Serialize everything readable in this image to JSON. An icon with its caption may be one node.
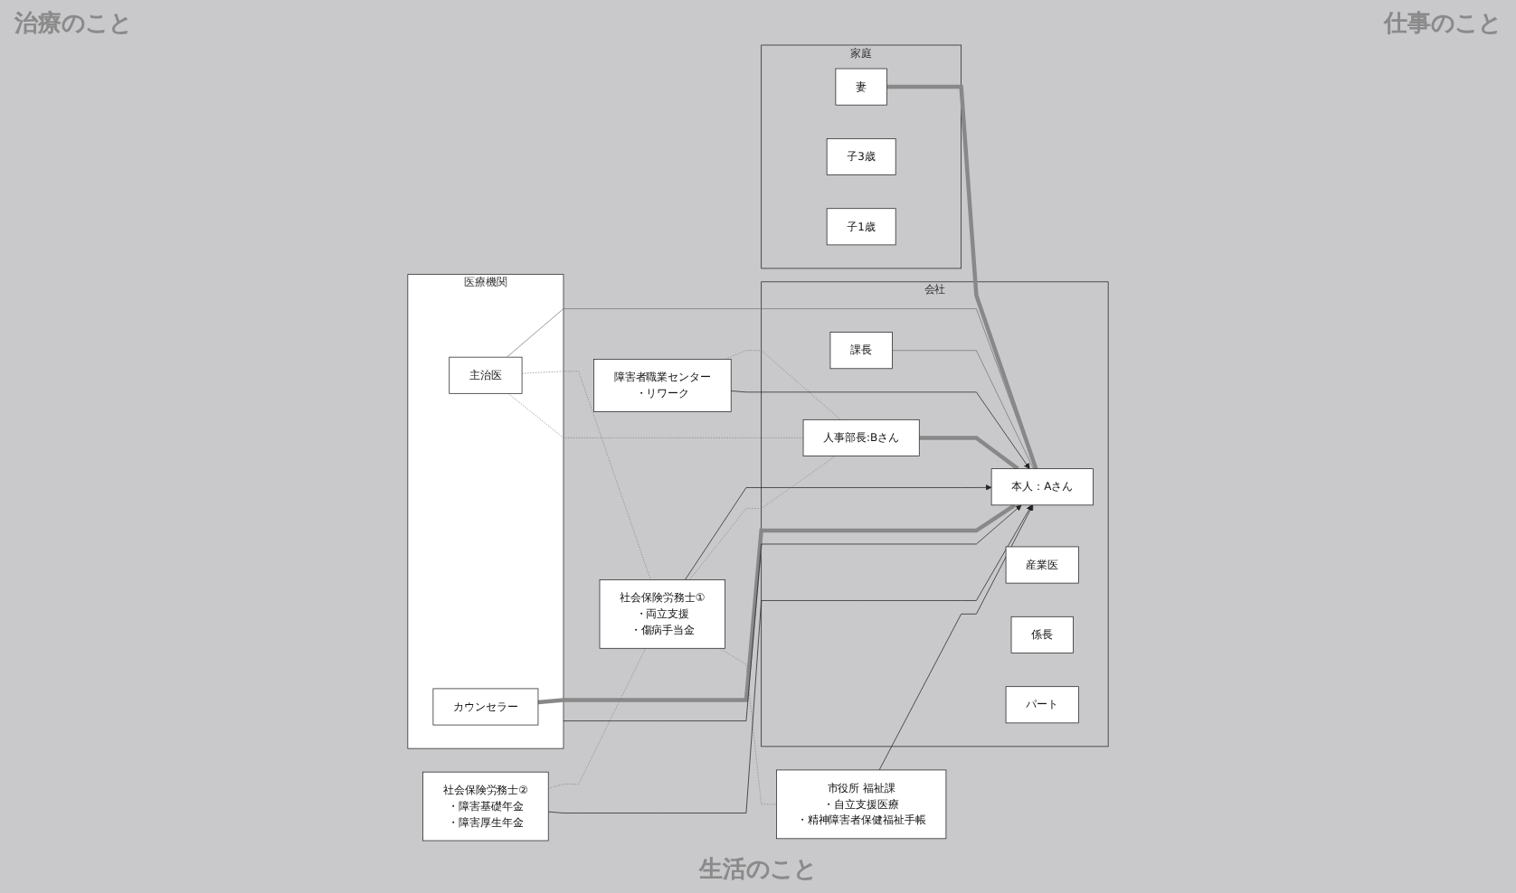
{
  "diagram": {
    "nodes": [
      {
        "text": [
          "医療機関"
        ]
      },
      {
        "text": [
          "主治医"
        ],
        "in": 0
      },
      {
        "text": [
          "カウンセラー"
        ],
        "in": 0
      },
      {
        "text": [
          "社会保険労務士①",
          "・両立支援",
          "・傷病手当金"
        ]
      },
      {
        "text": [
          "会社"
        ]
      },
      {
        "text": [
          "産業医"
        ],
        "in": 4
      },
      {
        "text": [
          "人事部長:Bさん"
        ],
        "in": 4
      },
      {
        "text": [
          "課長"
        ],
        "in": 4
      },
      {
        "text": [
          "係長"
        ],
        "in": 4
      },
      {
        "text": [
          "パート"
        ],
        "in": 4
      },
      {
        "text": [
          "本人：Aさん"
        ],
        "in": 4
      },
      {
        "text": [
          "障害者職業センター",
          "・リワーク"
        ]
      },
      {
        "text": [
          "社会保険労務士②",
          "・障害基礎年金",
          "・障害厚生年金"
        ]
      },
      {
        "text": [
          "市役所 福祉課",
          "・自立支援医療",
          "・精神障害者保健福祉手帳"
        ]
      },
      {
        "text": [
          "家庭"
        ]
      },
      {
        "text": [
          "妻"
        ],
        "in": 14
      },
      {
        "text": [
          "子3歳"
        ],
        "in": 14
      },
      {
        "text": [
          "子1歳"
        ],
        "in": 14
      }
    ],
    "edges": [
      {
        "from": 1,
        "to": 10,
        "arrow": "none",
        "color": "#777777"
      },
      {
        "from": 0,
        "to": 10,
        "arrow": "to",
        "color": "#222222"
      },
      {
        "from": 2,
        "to": 10,
        "arrow": "none",
        "style": "thick",
        "color": "#888888"
      },
      {
        "from": 1,
        "to": 3,
        "arrow": "none",
        "style": "dashed",
        "color": "#888888"
      },
      {
        "from": 1,
        "to": 6,
        "arrow": "none",
        "style": "dashed",
        "color": "#888888"
      },
      {
        "from": 3,
        "to": 10,
        "arrow": "to",
        "color": "#222222"
      },
      {
        "from": 3,
        "to": 6,
        "arrow": "none",
        "style": "dashed",
        "color": "#888888"
      },
      {
        "from": 3,
        "to": 13,
        "arrow": "none",
        "style": "dashed",
        "color": "#888888"
      },
      {
        "from": 12,
        "to": 3,
        "arrow": "none",
        "style": "dashed",
        "color": "#888888"
      },
      {
        "from": 6,
        "to": 10,
        "arrow": "none",
        "style": "thick",
        "color": "#888888"
      },
      {
        "from": 11,
        "to": 6,
        "arrow": "none",
        "style": "dashed",
        "color": "#888888"
      },
      {
        "from": 11,
        "to": 10,
        "arrow": "to",
        "color": "#222222"
      },
      {
        "from": 7,
        "to": 10,
        "arrow": "none",
        "color": "#777777"
      },
      {
        "from": 12,
        "to": 10,
        "arrow": "to",
        "color": "#222222"
      },
      {
        "from": 13,
        "to": 10,
        "arrow": "to",
        "color": "#222222"
      },
      {
        "from": 15,
        "to": 10,
        "arrow": "none",
        "style": "thick",
        "color": "#888888"
      }
    ],
    "labels": [
      "治療のこと",
      "仕事のこと",
      "生活のこと"
    ]
  }
}
